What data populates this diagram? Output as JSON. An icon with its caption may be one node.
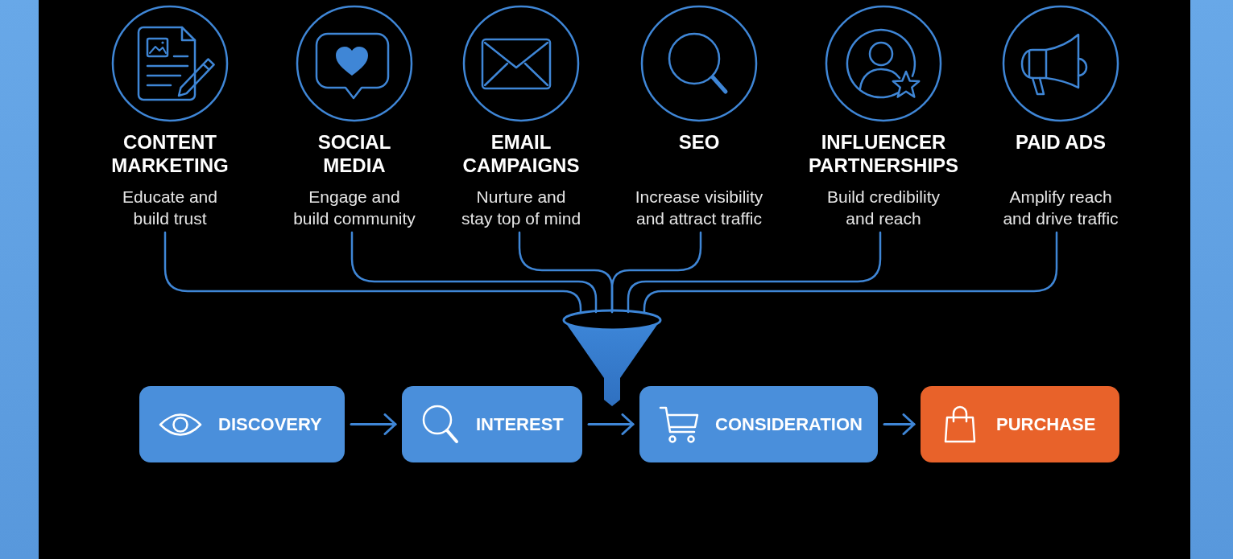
{
  "diagram": {
    "nodes": [
      {
        "text": [
          "CONTENT MARKETING",
          "Educate and build trust"
        ]
      },
      {
        "text": [
          "SOCIAL MEDIA",
          "Engage and build community"
        ]
      },
      {
        "text": [
          "EMAIL CAMPAIGNS",
          "Nurture and stay top of mind"
        ]
      },
      {
        "text": [
          "SEO",
          "Increase visibility and attract traffic"
        ]
      },
      {
        "text": [
          "INFLUENCER PARTNERSHIPS",
          "Build credibility and reach"
        ]
      },
      {
        "text": [
          "PAID ADS",
          "Amplify reach and drive traffic"
        ]
      },
      {
        "text": [],
        "shape": "funnel"
      },
      {
        "text": [
          "DISCOVERY"
        ]
      },
      {
        "text": [
          "INTEREST"
        ]
      },
      {
        "text": [
          "CONSIDERATION"
        ]
      },
      {
        "text": [
          "PURCHASE"
        ]
      }
    ],
    "edges": [
      {
        "from": 0,
        "to": 6,
        "arrow": "none"
      },
      {
        "from": 1,
        "to": 6,
        "arrow": "none"
      },
      {
        "from": 2,
        "to": 6,
        "arrow": "none"
      },
      {
        "from": 3,
        "to": 6,
        "arrow": "none"
      },
      {
        "from": 4,
        "to": 6,
        "arrow": "none"
      },
      {
        "from": 5,
        "to": 6,
        "arrow": "none"
      },
      {
        "from": 7,
        "to": 8,
        "arrow": "to"
      },
      {
        "from": 8,
        "to": 9,
        "arrow": "to"
      },
      {
        "from": 9,
        "to": 10,
        "arrow": "to"
      }
    ]
  }
}
